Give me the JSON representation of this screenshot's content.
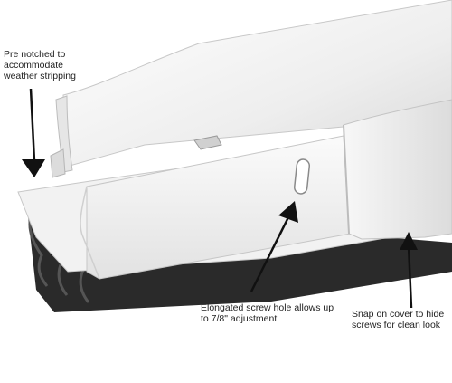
{
  "callouts": {
    "notched": "Pre notched to\naccommodate\nweather stripping",
    "screw_hole": "Elongated screw hole allows up\nto 7/8\" adjustment",
    "snap_cover": "Snap on cover to hide\nscrews for clean look"
  },
  "colors": {
    "product": "#f4f4f4",
    "rubber_seal": "#2a2a2a",
    "arrow": "#111111",
    "text": "#222222"
  }
}
